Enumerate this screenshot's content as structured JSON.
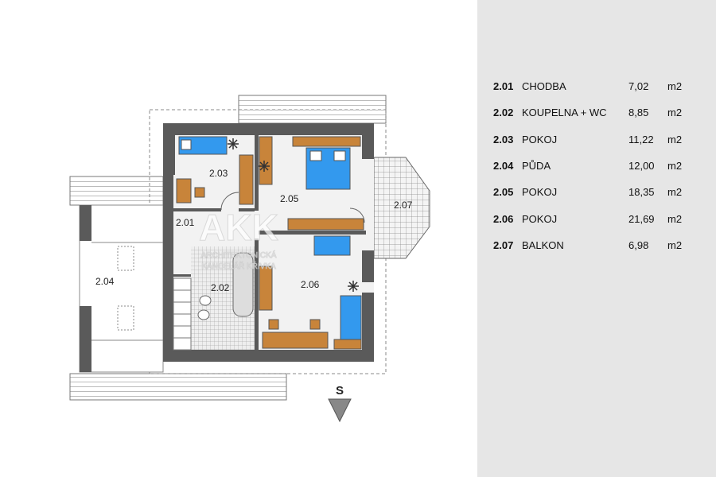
{
  "plan": {
    "rooms": [
      {
        "id": "2.01",
        "name": "CHODBA",
        "area": "7,02",
        "unit": "m2"
      },
      {
        "id": "2.02",
        "name": "KOUPELNA + WC",
        "area": "8,85",
        "unit": "m2"
      },
      {
        "id": "2.03",
        "name": "POKOJ",
        "area": "11,22",
        "unit": "m2"
      },
      {
        "id": "2.04",
        "name": "PŮDA",
        "area": "12,00",
        "unit": "m2"
      },
      {
        "id": "2.05",
        "name": "POKOJ",
        "area": "18,35",
        "unit": "m2"
      },
      {
        "id": "2.06",
        "name": "POKOJ",
        "area": "21,69",
        "unit": "m2"
      },
      {
        "id": "2.07",
        "name": "BALKON",
        "area": "6,98",
        "unit": "m2"
      }
    ],
    "compass_label": "S",
    "watermark": {
      "logo": "AKK",
      "line1": "ARCHITEKTONICKÁ",
      "line2": "KANCELÁŘ KŘIVKA"
    }
  },
  "colors": {
    "wall": "#5a5a5a",
    "bed": "#3399ee",
    "furniture": "#c8843a",
    "panel": "#e6e6e6"
  }
}
